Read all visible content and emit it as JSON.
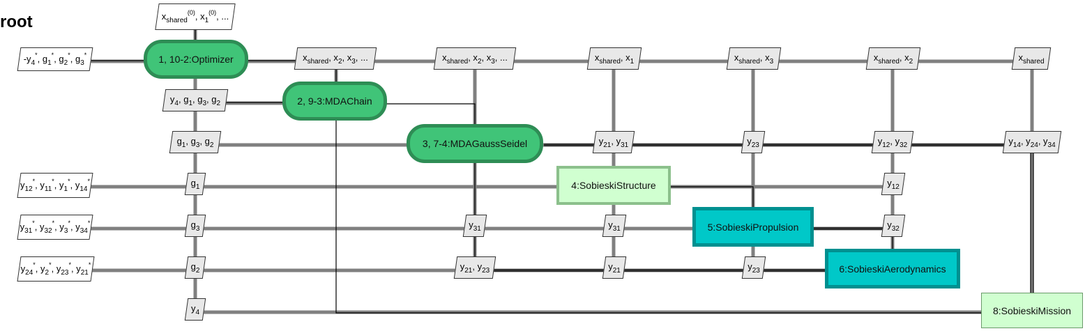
{
  "title": "root",
  "processes": {
    "optimizer": "1, 10-2:Optimizer",
    "mda_chain": "2, 9-3:MDAChain",
    "mda_gauss_seidel": "3, 7-4:MDAGaussSeidel",
    "structure": "4:SobieskiStructure",
    "propulsion": "5:SobieskiPropulsion",
    "aerodynamics": "6:SobieskiAerodynamics",
    "mission": "8:SobieskiMission"
  },
  "inputs": {
    "top": [
      "x",
      "shared",
      "(0)",
      ", x",
      "1",
      "(0)",
      ", ..."
    ],
    "optimizer_left": [
      "-y",
      "4",
      "*",
      ", g",
      "1",
      "*",
      ", g",
      "2",
      "*",
      ", g",
      "3",
      "*"
    ],
    "structure_left": [
      "y",
      "12",
      "*",
      ", y",
      "11",
      "*",
      ", y",
      "1",
      "*",
      ", y",
      "14",
      "*"
    ],
    "propulsion_left": [
      "y",
      "31",
      "*",
      ", y",
      "32",
      "*",
      ", y",
      "3",
      "*",
      ", y",
      "34",
      "*"
    ],
    "aero_left": [
      "y",
      "24",
      "*",
      ", y",
      "2",
      "*",
      ", y",
      "23",
      "*",
      ", y",
      "21",
      "*"
    ]
  },
  "row1": {
    "c2": [
      "x",
      "shared",
      ", x",
      "2",
      ", x",
      "3",
      ", ..."
    ],
    "c3": [
      "x",
      "shared",
      ", x",
      "2",
      ", x",
      "3",
      ", ..."
    ],
    "c4": [
      "x",
      "shared",
      ", x",
      "1"
    ],
    "c5": [
      "x",
      "shared",
      ", x",
      "3"
    ],
    "c6": [
      "x",
      "shared",
      ", x",
      "2"
    ],
    "c7": [
      "x",
      "shared"
    ]
  },
  "row2": {
    "c1": [
      "y",
      "4",
      ", g",
      "1",
      ", g",
      "3",
      ", g",
      "2"
    ]
  },
  "row3": {
    "c1": [
      "g",
      "1",
      ", g",
      "3",
      ", g",
      "2"
    ],
    "c4": [
      "y",
      "21",
      ", y",
      "31"
    ],
    "c5": [
      "y",
      "23"
    ],
    "c6": [
      "y",
      "12",
      ", y",
      "32"
    ],
    "c7": [
      "y",
      "14",
      ", y",
      "24",
      ", y",
      "34"
    ]
  },
  "row4": {
    "c1": [
      "g",
      "1"
    ],
    "c6": [
      "y",
      "12"
    ]
  },
  "row5": {
    "c1": [
      "g",
      "3"
    ],
    "c3": [
      "y",
      "31"
    ],
    "c4": [
      "y",
      "31"
    ],
    "c6": [
      "y",
      "32"
    ]
  },
  "row6": {
    "c1": [
      "g",
      "2"
    ],
    "c3": [
      "y",
      "21",
      ", y",
      "23"
    ],
    "c4": [
      "y",
      "21"
    ],
    "c5": [
      "y",
      "23"
    ]
  },
  "row7": {
    "c1": [
      "y",
      "4"
    ]
  }
}
